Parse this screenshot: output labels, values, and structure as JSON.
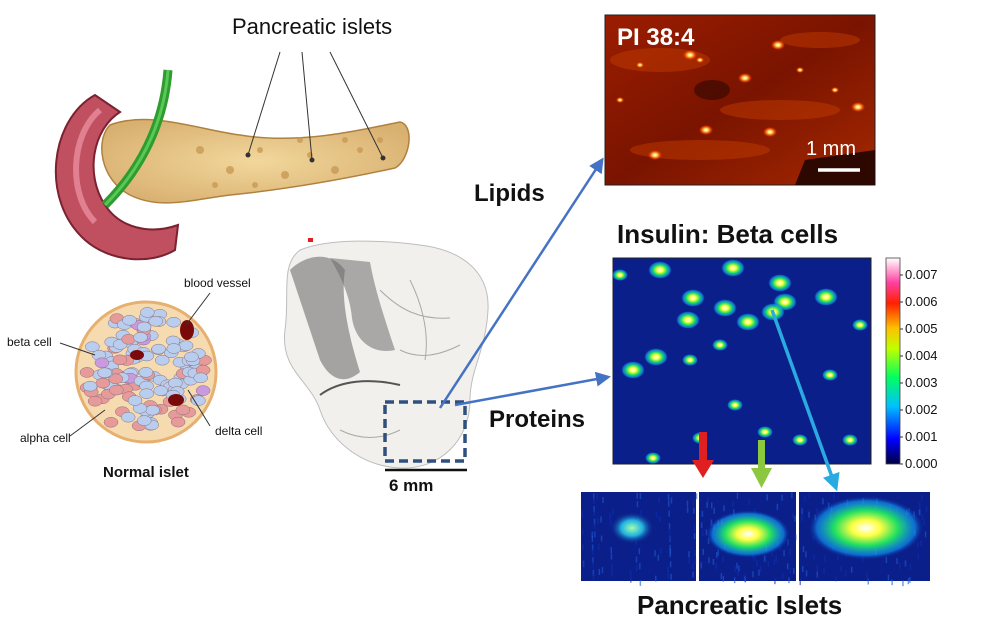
{
  "labels": {
    "pancreatic_islets_top": "Pancreatic islets",
    "blood_vessel": "blood vessel",
    "beta_cell": "beta cell",
    "alpha_cell": "alpha cell",
    "delta_cell": "delta cell",
    "normal_islet": "Normal islet",
    "lipids": "Lipids",
    "proteins": "Proteins",
    "scale_6mm": "6 mm",
    "lipid_image_title": "PI 38:4",
    "scale_1mm": "1 mm",
    "insulin_title": "Insulin: Beta cells",
    "pancreatic_islets_bottom": "Pancreatic Islets"
  },
  "colorbar": {
    "ticks": [
      "0.007",
      "0.006",
      "0.005",
      "0.004",
      "0.003",
      "0.002",
      "0.001",
      "0.000"
    ]
  },
  "colors": {
    "arrow_blue": "#4472c4",
    "arrow_red": "#e02020",
    "arrow_green": "#8dc63f",
    "arrow_cyan": "#29abe2",
    "dashed_box": "#2f4f7f",
    "pancreas_tissue": "#e8c98a",
    "duodenum": "#c0505f",
    "heatmap_bg": "#0b1f8a",
    "lipid_bg": "#8b1a00"
  }
}
